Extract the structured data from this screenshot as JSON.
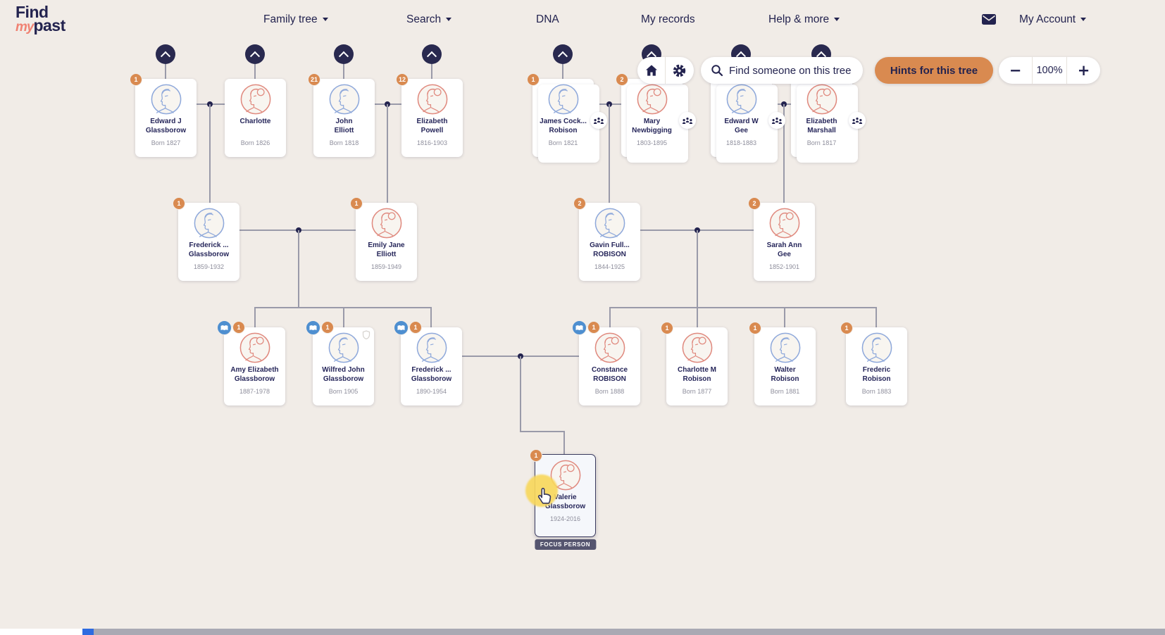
{
  "header": {
    "logo": {
      "find": "Find",
      "my": "my",
      "past": "past"
    },
    "nav": [
      {
        "label": "Family tree"
      },
      {
        "label": "Search"
      },
      {
        "label": "DNA"
      },
      {
        "label": "My records"
      },
      {
        "label": "Help & more"
      }
    ],
    "account_label": "My Account"
  },
  "toolbar": {
    "search_placeholder": "Find someone on this tree",
    "hints_button": "Hints for this tree",
    "zoom_out": "−",
    "zoom_level": "100%",
    "zoom_in": "+"
  },
  "icons": {
    "home": "home-icon",
    "settings": "gear-icon",
    "search": "search-icon",
    "mail": "mail-icon",
    "expand": "chevron-up-icon",
    "media": "book-icon",
    "pedigree": "family-tree-icon",
    "shield": "shield-icon",
    "cursor": "hand-pointer"
  },
  "colors": {
    "background": "#F1ECE7",
    "navy": "#23234F",
    "accent_orange": "#D98A50",
    "hint_blue": "#4E8FD0",
    "male_blue": "#8FA9DB",
    "female_coral": "#E08A7F",
    "connector": "#9A9AA9"
  },
  "tree": {
    "focus_label": "FOCUS PERSON",
    "people": [
      {
        "name1": "Edward J",
        "name2": "Glassborow",
        "dates": "Born 1827",
        "gender": "male",
        "hints": "1"
      },
      {
        "name1": "Charlotte",
        "name2": "",
        "dates": "Born 1826",
        "gender": "female"
      },
      {
        "name1": "John",
        "name2": "Elliott",
        "dates": "Born 1818",
        "gender": "male",
        "hints": "21"
      },
      {
        "name1": "Elizabeth",
        "name2": "Powell",
        "dates": "1816-1903",
        "gender": "female",
        "hints": "12"
      },
      {
        "name1": "James Cock...",
        "name2": "Robison",
        "dates": "Born 1821",
        "gender": "male",
        "hints": "1"
      },
      {
        "name1": "Mary",
        "name2": "Newbigging",
        "dates": "1803-1895",
        "gender": "female",
        "hints": "2"
      },
      {
        "name1": "Edward W",
        "name2": "Gee",
        "dates": "1818-1883",
        "gender": "male"
      },
      {
        "name1": "Elizabeth",
        "name2": "Marshall",
        "dates": "Born 1817",
        "gender": "female"
      },
      {
        "name1": "Frederick ...",
        "name2": "Glassborow",
        "dates": "1859-1932",
        "gender": "male",
        "hints": "1"
      },
      {
        "name1": "Emily Jane",
        "name2": "Elliott",
        "dates": "1859-1949",
        "gender": "female",
        "hints": "1"
      },
      {
        "name1": "Gavin Full...",
        "name2": "ROBISON",
        "dates": "1844-1925",
        "gender": "male",
        "hints": "2"
      },
      {
        "name1": "Sarah Ann",
        "name2": "Gee",
        "dates": "1852-1901",
        "gender": "female",
        "hints": "2"
      },
      {
        "name1": "Amy Elizabeth",
        "name2": "Glassborow",
        "dates": "1887-1978",
        "gender": "female",
        "hints": "1",
        "media": true
      },
      {
        "name1": "Wilfred John",
        "name2": "Glassborow",
        "dates": "Born 1905",
        "gender": "male",
        "hints": "1",
        "media": true
      },
      {
        "name1": "Frederick ...",
        "name2": "Glassborow",
        "dates": "1890-1954",
        "gender": "male",
        "hints": "1",
        "media": true
      },
      {
        "name1": "Constance",
        "name2": "ROBISON",
        "dates": "Born 1888",
        "gender": "female",
        "hints": "1",
        "media": true
      },
      {
        "name1": "Charlotte M",
        "name2": "Robison",
        "dates": "Born 1877",
        "gender": "female",
        "hints": "1"
      },
      {
        "name1": "Walter",
        "name2": "Robison",
        "dates": "Born 1881",
        "gender": "male",
        "hints": "1"
      },
      {
        "name1": "Frederic",
        "name2": "Robison",
        "dates": "Born 1883",
        "gender": "male",
        "hints": "1"
      },
      {
        "name1": "Valerie",
        "name2": "Glassborow",
        "dates": "1924-2016",
        "gender": "female",
        "hints": "1",
        "focus": true
      }
    ]
  }
}
